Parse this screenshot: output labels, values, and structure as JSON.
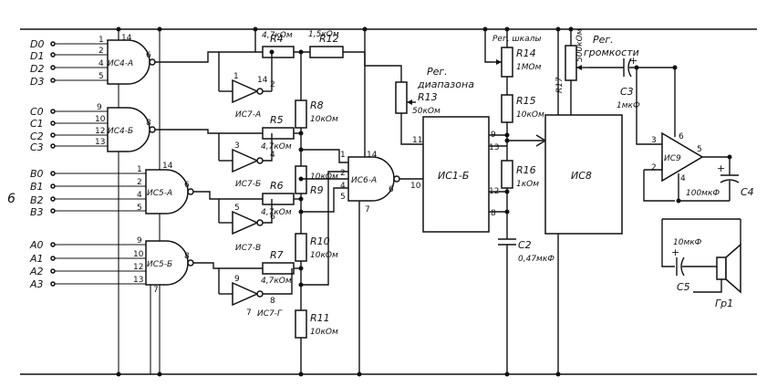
{
  "inputs": {
    "D": [
      "D0",
      "D1",
      "D2",
      "D3"
    ],
    "C": [
      "C0",
      "C1",
      "C2",
      "C3"
    ],
    "B": [
      "B0",
      "B1",
      "B2",
      "B3"
    ],
    "A": [
      "A0",
      "A1",
      "A2",
      "A3"
    ]
  },
  "side_label": "6",
  "chips": {
    "ic4a": "ИС4-А",
    "ic4b": "ИС4-Б",
    "ic5a": "ИС5-А",
    "ic5b": "ИС5-Б",
    "ic7a": "ИС7-А",
    "ic7b": "ИС7-Б",
    "ic7v": "ИС7-В",
    "ic7g": "ИС7-Г",
    "ic6a": "ИС6-А",
    "ic1b": "ИС1-Б",
    "ic8": "ИС8",
    "ic9": "ИС9"
  },
  "resistors": {
    "r4": "R4",
    "r4v": "4,7кОм",
    "r5": "R5",
    "r5v": "4,7кОм",
    "r6": "R6",
    "r6v": "4,7кОм",
    "r7": "R7",
    "r7v": "4,7кОм",
    "r8": "R8",
    "r8v": "10кОм",
    "r9": "R9",
    "r9v": "10кОм",
    "r10": "R10",
    "r10v": "10кОм",
    "r11": "R11",
    "r11v": "10кОм",
    "r12": "R12",
    "r12v": "1,5кОм",
    "r13": "R13",
    "r13v": "50кОм",
    "r14": "R14",
    "r14v": "1МОм",
    "r15": "R15",
    "r15v": "10кОм",
    "r16": "R16",
    "r16v": "1кОм",
    "r17": "R17",
    "r17v": "500кОм"
  },
  "caps": {
    "c2": "C2",
    "c2v": "0,47мкФ",
    "c3": "C3",
    "c3v": "1мкФ",
    "c4": "C4",
    "c4v": "100мкФ",
    "c5": "C5",
    "c5v": "10мкФ"
  },
  "notes": {
    "reg_range_1": "Рег.",
    "reg_range_2": "диапазона",
    "reg_scale": "Рег. шкалы",
    "reg_vol_1": "Рег.",
    "reg_vol_2": "громкости",
    "speaker": "Гр1"
  },
  "pins": {
    "p1": "1",
    "p2": "2",
    "p3": "3",
    "p4": "4",
    "p5": "5",
    "p6": "6",
    "p7": "7",
    "p8": "8",
    "p9": "9",
    "p10": "10",
    "p11": "11",
    "p12": "12",
    "p13": "13",
    "p14": "14"
  }
}
